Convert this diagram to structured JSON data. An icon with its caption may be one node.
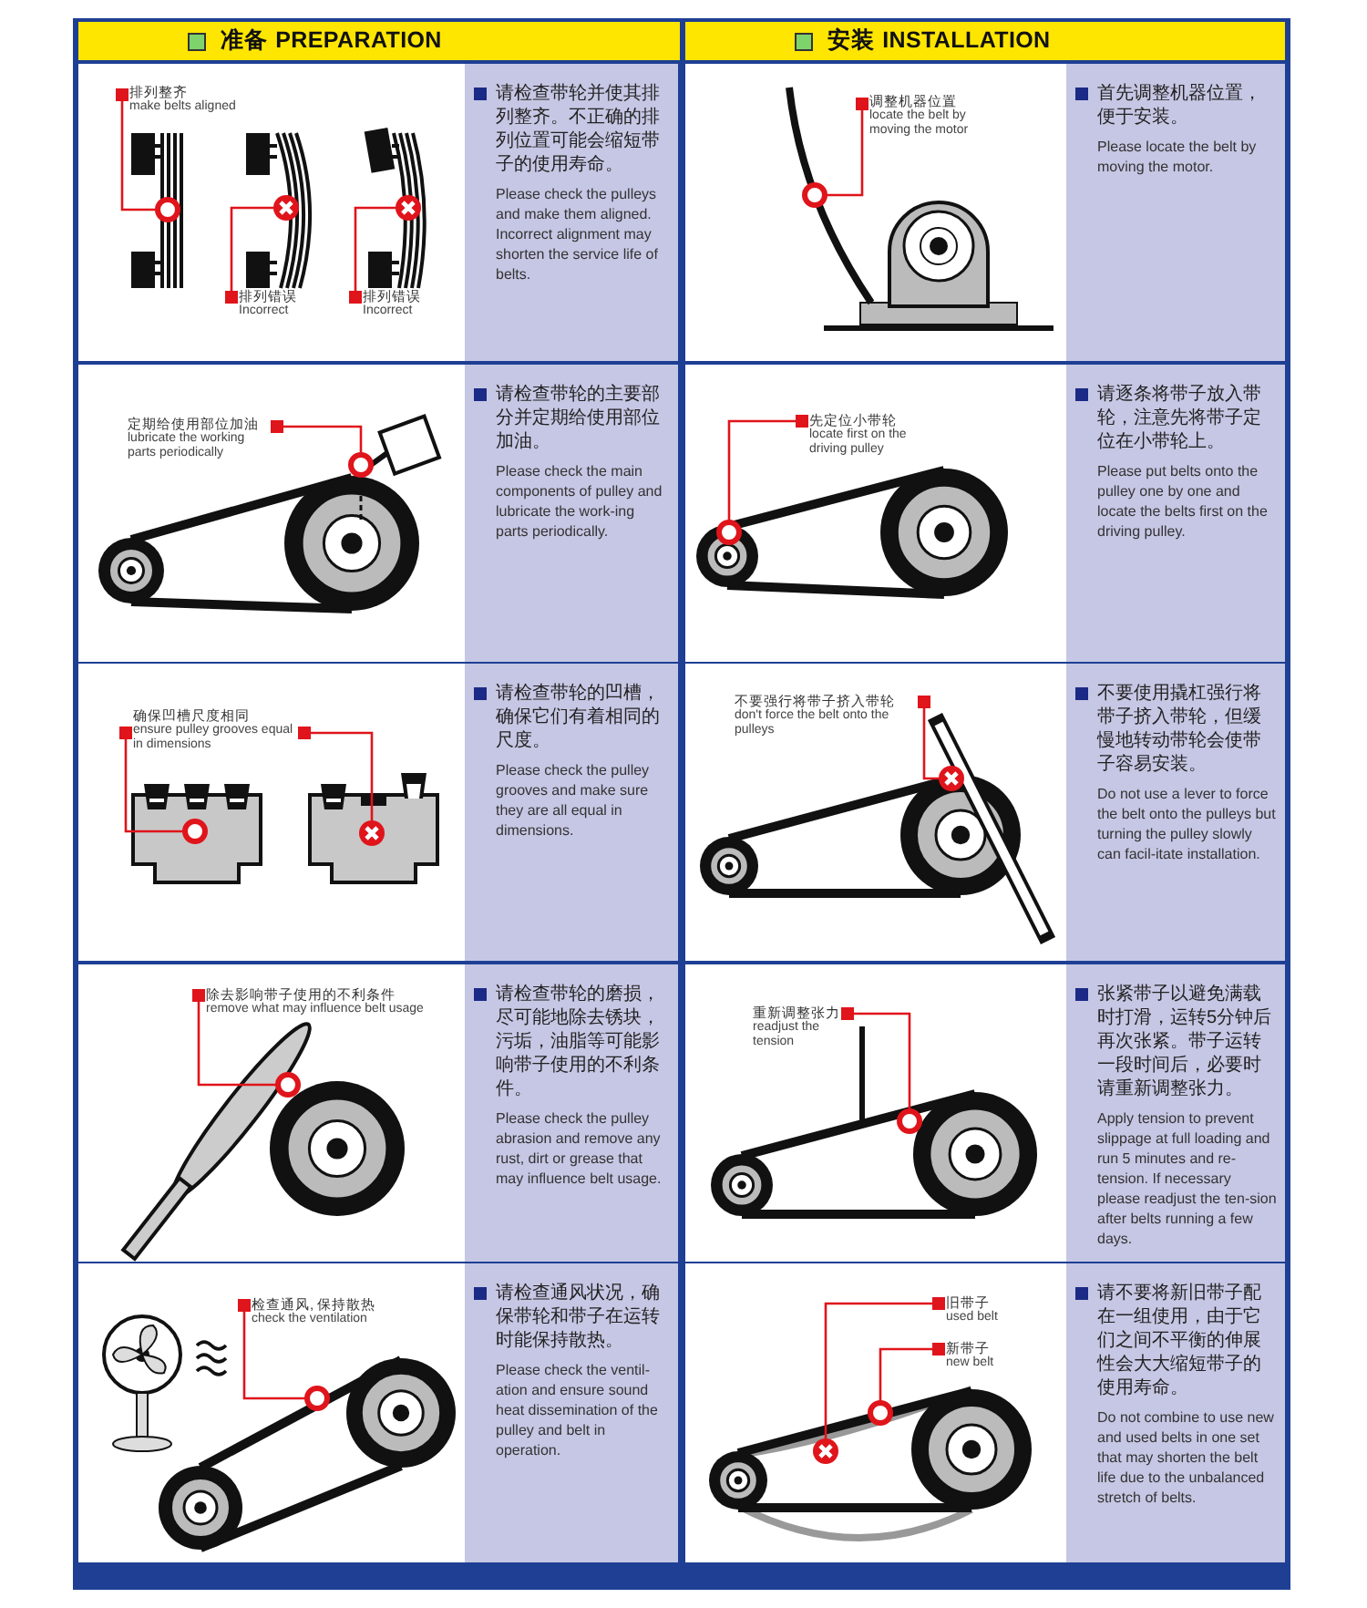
{
  "diagram": {
    "nodes": [
      {
        "text": [
          "准备 PREPARATION"
        ]
      },
      {
        "text": [
          "安装 INSTALLATION"
        ]
      },
      {
        "text": [
          "排列整齐",
          "make belts aligned"
        ]
      },
      {
        "text": [
          "排列错误",
          "Incorrect"
        ]
      },
      {
        "text": [
          "排列错误",
          "Incorrect"
        ]
      },
      {
        "text": [
          "请检查带轮并使其排列整齐。不正确的排列位置可能会缩短带子的使用寿命。",
          "Please check the pulleys and make them aligned. Incorrect alignment may shorten the service life of belts."
        ]
      },
      {
        "text": [
          "调整机器位置",
          "locate the belt by moving the motor"
        ]
      },
      {
        "text": [
          "首先调整机器位置，便于安装。",
          "Please locate the belt by moving the motor."
        ]
      },
      {
        "text": [
          "定期给使用部位加油",
          "lubricate the working parts periodically"
        ]
      },
      {
        "text": [
          "请检查带轮的主要部分并定期给使用部位加油。",
          "Please check the main components of pulley and lubricate the work-ing parts periodically."
        ]
      },
      {
        "text": [
          "先定位小带轮",
          "locate first on the driving pulley"
        ]
      },
      {
        "text": [
          "请逐条将带子放入带轮，注意先将带子定位在小带轮上。",
          "Please put belts onto the pulley one by one and locate the belts first on the driving pulley."
        ]
      },
      {
        "text": [
          "确保凹槽尺度相同",
          "ensure pulley grooves equal in dimensions"
        ]
      },
      {
        "text": [
          "请检查带轮的凹槽，确保它们有着相同的尺度。",
          "Please check the pulley grooves and make sure they are all equal in dimensions."
        ]
      },
      {
        "text": [
          "不要强行将带子挤入带轮",
          "don't force the belt onto the pulleys"
        ]
      },
      {
        "text": [
          "不要使用撬杠强行将带子挤入带轮，但缓慢地转动带轮会使带子容易安装。",
          "Do not use a lever to force the belt onto the pulleys but turning the pulley slowly can facil-itate installation."
        ]
      },
      {
        "text": [
          "除去影响带子使用的不利条件",
          "remove what may influence belt usage"
        ]
      },
      {
        "text": [
          "请检查带轮的磨损，尽可能地除去锈块，污垢，油脂等可能影响带子使用的不利条件。",
          "Please check the pulley abrasion and remove any rust, dirt or grease that may influence belt usage."
        ]
      },
      {
        "text": [
          "重新调整张力",
          "readjust the tension"
        ]
      },
      {
        "text": [
          "张紧带子以避免满载时打滑，运转5分钟后再次张紧。带子运转一段时间后，必要时请重新调整张力。",
          "Apply tension to prevent slippage at full loading and run 5 minutes and re-tension. If necessary please readjust the ten-sion after belts running a few days."
        ]
      },
      {
        "text": [
          "检查通风, 保持散热",
          "check the ventilation"
        ]
      },
      {
        "text": [
          "请检查通风状况，确保带轮和带子在运转时能保持散热。",
          "Please check the ventil-ation and ensure sound heat dissemination of the pulley and belt in operation."
        ]
      },
      {
        "text": [
          "旧带子",
          "used belt"
        ]
      },
      {
        "text": [
          "新带子",
          "new belt"
        ]
      },
      {
        "text": [
          "请不要将新旧带子配在一组使用，由于它们之间不平衡的伸展性会大大缩短带子的使用寿命。",
          "Do not combine to use new and used belts in one set that may shorten the belt life due to the unbalanced stretch of belts."
        ]
      },
      {
        "text": [],
        "shape": "picture"
      },
      {
        "text": [],
        "shape": "picture"
      },
      {
        "text": [],
        "shape": "picture"
      },
      {
        "text": [],
        "shape": "picture"
      },
      {
        "text": [],
        "shape": "picture"
      }
    ],
    "edges": [
      {
        "from": 2,
        "to": null,
        "arrow": "other"
      },
      {
        "from": 3,
        "to": null,
        "arrow": "other"
      },
      {
        "from": 4,
        "to": 26,
        "arrow": "other"
      },
      {
        "from": 6,
        "to": 27,
        "arrow": "other"
      },
      {
        "from": 8,
        "to": null,
        "arrow": "other"
      },
      {
        "from": 10,
        "to": 28,
        "arrow": "other"
      },
      {
        "from": 12,
        "to": null,
        "arrow": "other"
      },
      {
        "from": 12,
        "to": null,
        "arrow": "other"
      },
      {
        "from": 14,
        "to": 25,
        "arrow": "other"
      },
      {
        "from": 16,
        "to": null,
        "arrow": "other"
      },
      {
        "from": 18,
        "to": null,
        "arrow": "other"
      },
      {
        "from": 20,
        "to": 29,
        "arrow": "other"
      },
      {
        "from": 22,
        "to": null,
        "arrow": "other"
      },
      {
        "from": 23,
        "to": null,
        "arrow": "other"
      }
    ]
  }
}
